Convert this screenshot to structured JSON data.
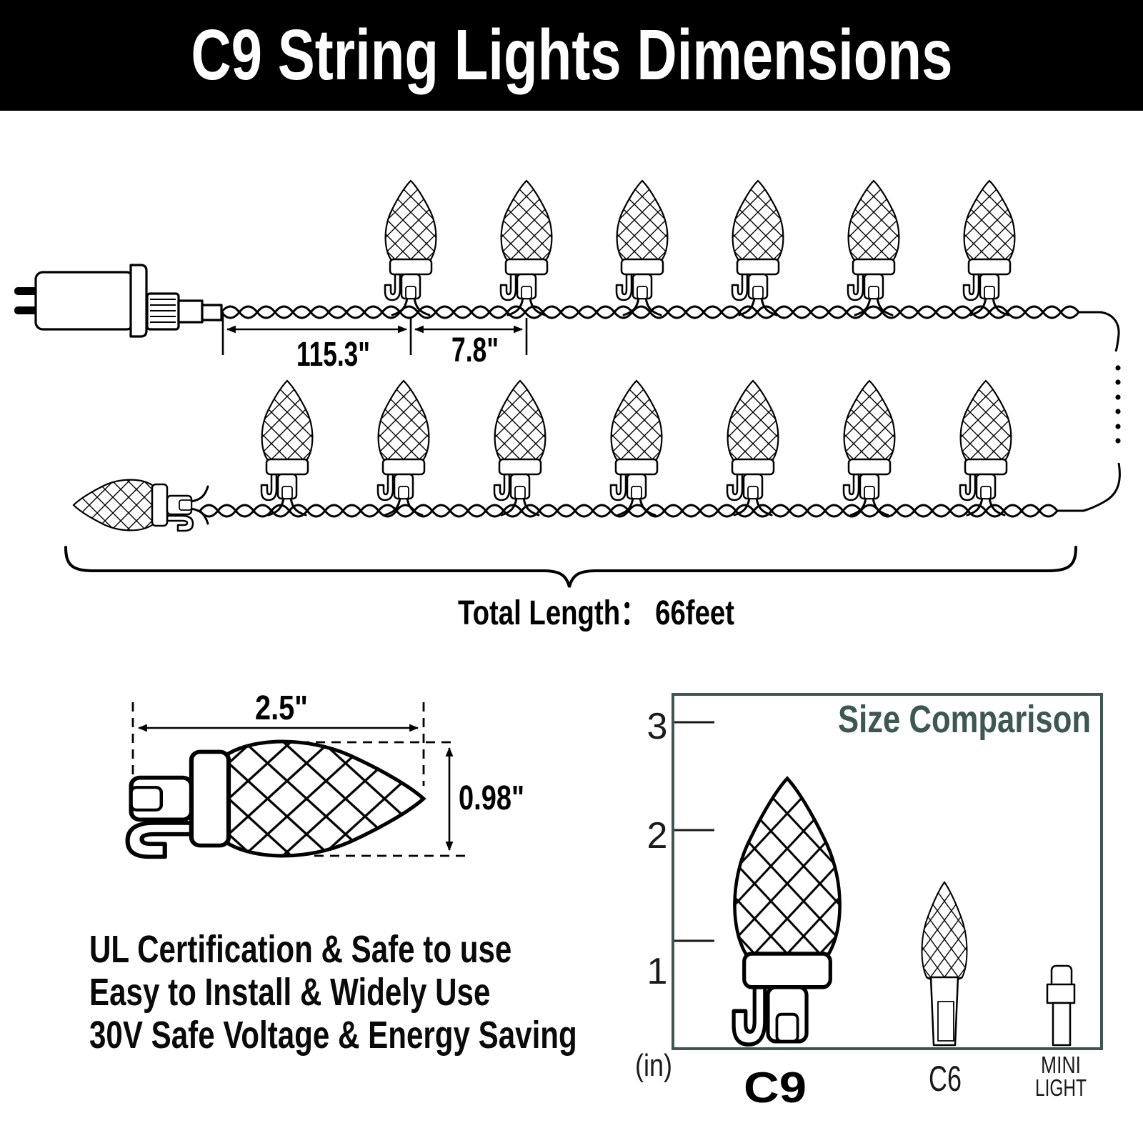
{
  "header": {
    "title": "C9 String Lights Dimensions"
  },
  "string_diagram": {
    "plug_to_first_bulb": "115.3\"",
    "bulb_spacing": "7.8\"",
    "total_length": "Total Length： 66feet",
    "bulb_count_top_row": 6,
    "bulb_count_bottom_row": 8
  },
  "bulb_detail": {
    "width": "2.5\"",
    "height": "0.98\""
  },
  "features": [
    "UL Certification & Safe to use",
    "Easy to Install & Widely Use",
    "30V Safe Voltage & Energy Saving"
  ],
  "size_comparison": {
    "title": "Size Comparison",
    "unit": "(in)",
    "ticks": [
      "3",
      "2",
      "1"
    ],
    "labels": {
      "c9": "C9",
      "c6": "C6",
      "mini_1": "MINI",
      "mini_2": "LIGHT"
    }
  },
  "colors": {
    "accent_teal": "#3d5751",
    "ink": "#000000"
  }
}
